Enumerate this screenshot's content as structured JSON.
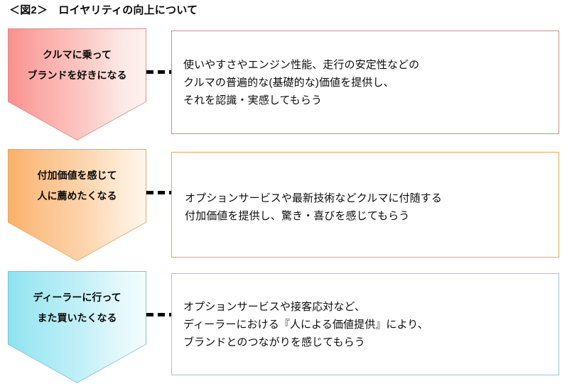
{
  "title": "＜図2＞　ロイヤリティの向上について",
  "colors": {
    "pink_fill_start": "#f9908f",
    "pink_fill_end": "#fdf2f0",
    "pink_border": "#c9908e",
    "orange_fill_start": "#fbb169",
    "orange_fill_end": "#fef6ec",
    "orange_border": "#e3a85f",
    "cyan_fill_start": "#8ee3f0",
    "cyan_fill_end": "#f2fcfe",
    "cyan_border": "#9cc8d8",
    "connector": "#000000",
    "text": "#0d0d0d"
  },
  "rows": [
    {
      "stage_label_line1": "クルマに乗って",
      "stage_label_line2": "ブランドを好きになる",
      "connector_icon": "dashed-line-icon",
      "description_lines": [
        "使いやすさやエンジン性能、走行の安定性などの",
        "クルマの普遍的な(基礎的な)価値を提供し、",
        "それを認識・実感してもらう"
      ]
    },
    {
      "stage_label_line1": "付加価値を感じて",
      "stage_label_line2": "人に薦めたくなる",
      "connector_icon": "dashed-line-icon",
      "description_lines": [
        "オプションサービスや最新技術などクルマに付随する",
        "付加価値を提供し、驚き・喜びを感じてもらう"
      ]
    },
    {
      "stage_label_line1": "ディーラーに行って",
      "stage_label_line2": "また買いたくなる",
      "connector_icon": "dashed-line-icon",
      "description_lines": [
        "オプションサービスや接客応対など、",
        "ディーラーにおける『人による価値提供』により、",
        "ブランドとのつながりを感じてもらう"
      ]
    }
  ]
}
